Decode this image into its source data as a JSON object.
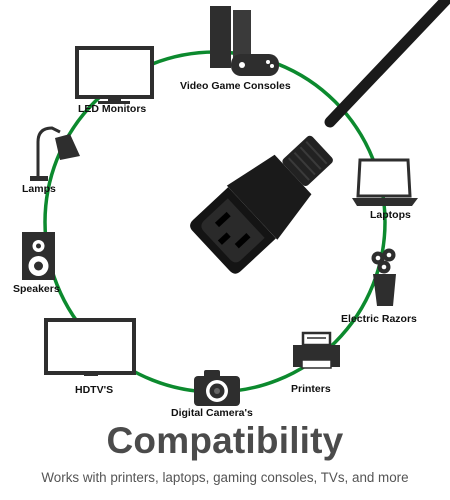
{
  "colors": {
    "ring": "#0c8a2e",
    "device": "#2e2e2e",
    "cable": "#1a1a1a",
    "text": "#111111",
    "title": "#4b4b4b"
  },
  "icons": [
    "game-console-icon",
    "led-monitor-icon",
    "lamp-icon",
    "speaker-icon",
    "hdtv-icon",
    "camera-icon",
    "printer-icon",
    "electric-razor-icon",
    "laptop-icon",
    "power-cable-icon"
  ],
  "labels": {
    "video_game_consoles": "Video Game Consoles",
    "led_monitors": "LED Monitors",
    "lamps": "Lamps",
    "speakers": "Speakers",
    "hdtvs": "HDTV'S",
    "digital_cameras": "Digital Camera's",
    "printers": "Printers",
    "electric_razors": "Electric Razors",
    "laptops": "Laptops"
  },
  "heading": {
    "title": "Compatibility",
    "subtitle": "Works with printers, laptops, gaming consoles, TVs, and more"
  }
}
